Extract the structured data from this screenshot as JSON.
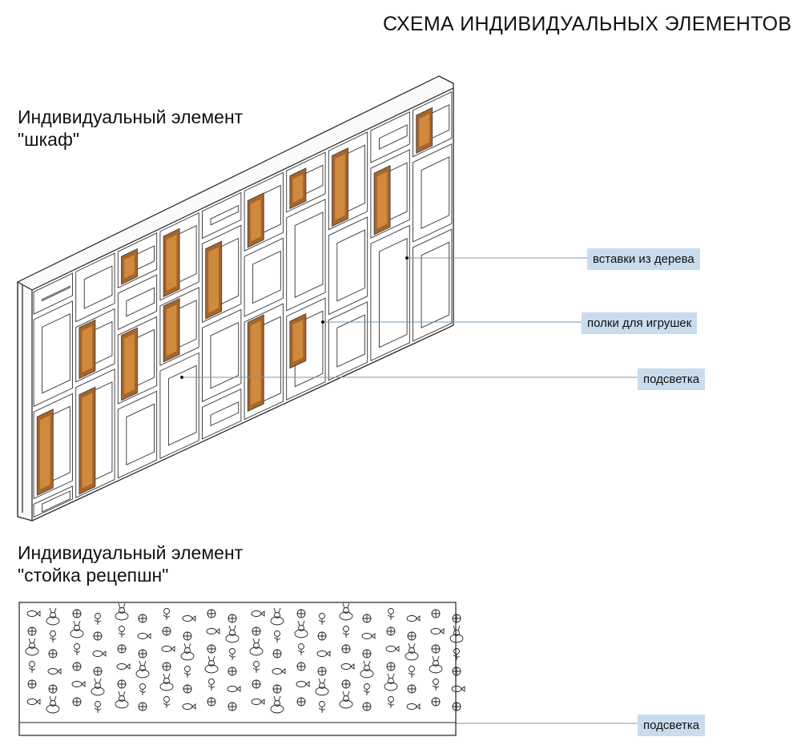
{
  "page_title": "СХЕМА ИНДИВИДУАЛЬНЫХ ЭЛЕМЕНТОВ",
  "sections": {
    "cabinet": {
      "title_line1": "Индивидуальный элемент",
      "title_line2": "\"шкаф\""
    },
    "reception": {
      "title_line1": "Индивидуальный элемент",
      "title_line2": "\"стойка рецепшн\""
    }
  },
  "callouts": {
    "wood_inserts": "вставки из дерева",
    "toy_shelves": "полки для игрушек",
    "lighting_cabinet": "подсветка",
    "lighting_counter": "подсветка"
  },
  "colors": {
    "wood": "#cf8a3e",
    "wood_dark": "#a8652a",
    "callout_bg": "#c8dced",
    "line": "#222222"
  },
  "icons": [
    "fish-icon",
    "bunny-icon",
    "flower-icon",
    "ball-icon"
  ]
}
